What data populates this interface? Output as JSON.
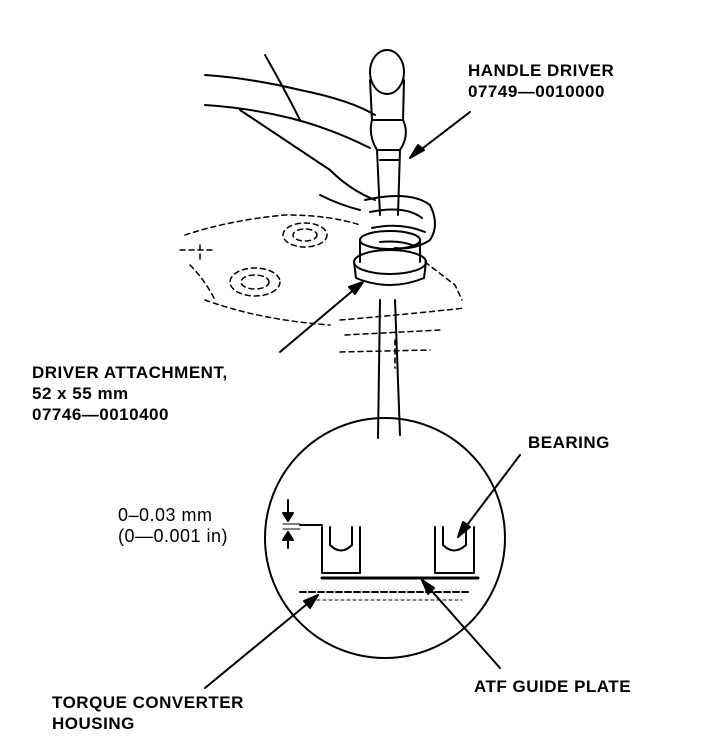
{
  "labels": {
    "handle_driver": {
      "name": "HANDLE DRIVER",
      "part_no": "07749—0010000"
    },
    "driver_attachment": {
      "name": "DRIVER ATTACHMENT,",
      "size": "52 x 55 mm",
      "part_no": "07746—0010400"
    },
    "bearing": "BEARING",
    "clearance": {
      "mm": "0–0.03 mm",
      "in": "(0—0.001 in)"
    },
    "torque_converter_housing": {
      "line1": "TORQUE CONVERTER",
      "line2": "HOUSING"
    },
    "atf_guide_plate": "ATF GUIDE PLATE"
  },
  "colors": {
    "ink": "#000000",
    "paper": "#ffffff"
  }
}
